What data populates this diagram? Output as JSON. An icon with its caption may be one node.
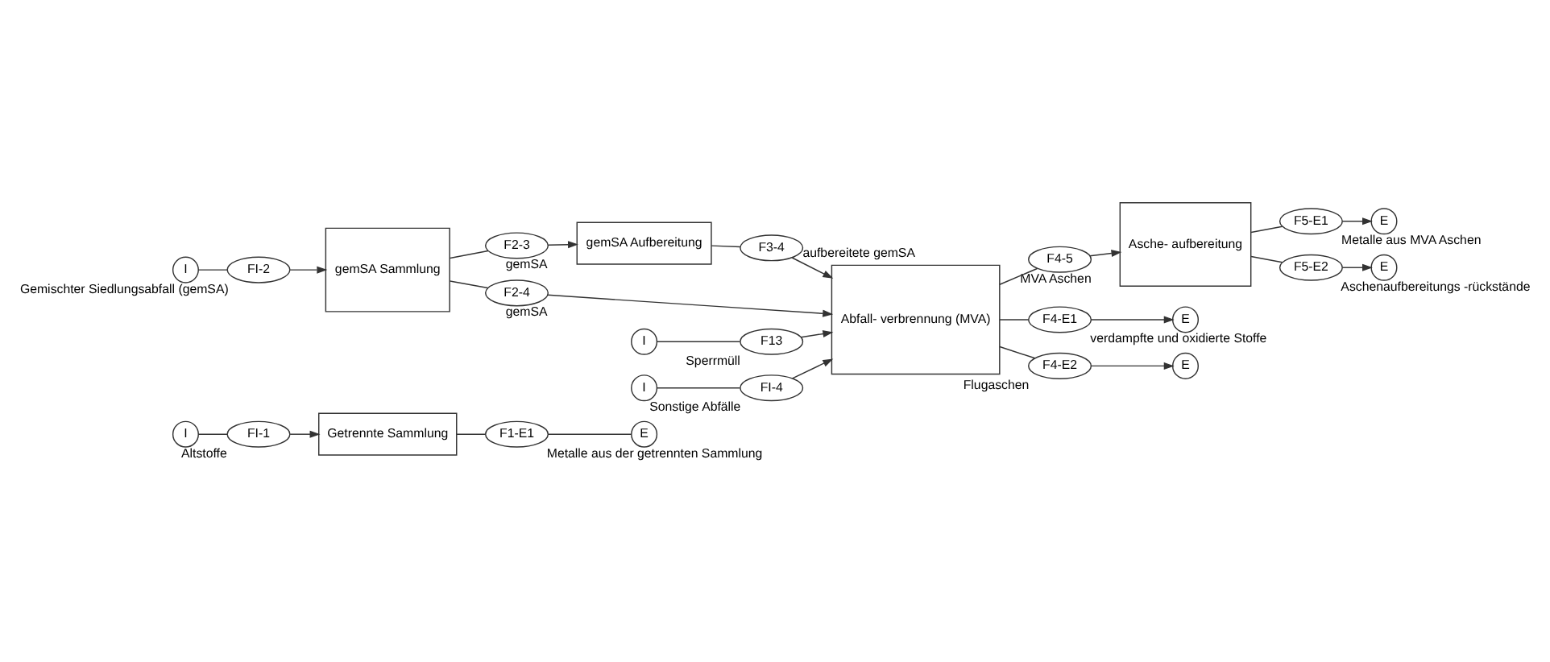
{
  "diagram": {
    "nodes": [
      {
        "text": [
          "I"
        ]
      },
      {
        "text": [
          "FI-1"
        ],
        "beside": [
          "Altstoffe"
        ]
      },
      {
        "text": [
          "Getrennte Sammlung"
        ]
      },
      {
        "text": [
          "F1-E1"
        ],
        "beside": [
          "Metalle aus der getrennten Sammlung"
        ]
      },
      {
        "text": [
          "E"
        ]
      },
      {
        "text": [
          "I"
        ]
      },
      {
        "text": [
          "FI-2"
        ],
        "beside": [
          "Gemischter Siedlungsabfall (gemSA)"
        ]
      },
      {
        "text": [
          "gemSA Sammlung"
        ]
      },
      {
        "text": [
          "F2-3"
        ],
        "beside": [
          "gemSA"
        ]
      },
      {
        "text": [
          "gemSA Aufbereitung"
        ]
      },
      {
        "text": [
          "F3-4"
        ],
        "beside": [
          "aufbereitete gemSA"
        ]
      },
      {
        "text": [
          "F2-4"
        ],
        "beside": [
          "gemSA"
        ]
      },
      {
        "text": [
          "Abfall- verbrennung (MVA)"
        ]
      },
      {
        "text": [
          "F4-5"
        ],
        "beside": [
          "MVA Aschen"
        ]
      },
      {
        "text": [
          "Asche- aufbereitung"
        ]
      },
      {
        "text": [
          "F5-E1"
        ],
        "beside": [
          "Metalle aus MVA Aschen"
        ]
      },
      {
        "text": [
          "E"
        ]
      },
      {
        "text": [
          "I"
        ]
      },
      {
        "text": [
          "F13"
        ],
        "beside": [
          "Sperrmüll"
        ]
      },
      {
        "text": [
          "I"
        ]
      },
      {
        "text": [
          "FI-4"
        ],
        "beside": [
          "Sonstige Abfälle"
        ]
      },
      {
        "text": [
          "F4-E1"
        ],
        "beside": [
          "verdampfte und oxidierte Stoffe"
        ]
      },
      {
        "text": [
          "F4-E2"
        ],
        "beside": [
          "Flugaschen"
        ]
      },
      {
        "text": [
          "F5-E2"
        ],
        "beside": [
          "Aschenaufbereitungs -rückstände"
        ]
      },
      {
        "text": [
          "E"
        ]
      },
      {
        "text": [
          "E"
        ]
      },
      {
        "text": [
          "E"
        ]
      }
    ],
    "edges": [
      {
        "from": 0,
        "to": 1,
        "arrow": "none"
      },
      {
        "from": 1,
        "to": 2,
        "arrow": "to"
      },
      {
        "from": 2,
        "to": 3,
        "arrow": "none"
      },
      {
        "from": 3,
        "to": 4,
        "arrow": "none"
      },
      {
        "from": 5,
        "to": 6,
        "arrow": "none"
      },
      {
        "from": 6,
        "to": 7,
        "arrow": "to"
      },
      {
        "from": 7,
        "to": 8,
        "arrow": "none"
      },
      {
        "from": 8,
        "to": 9,
        "arrow": "to"
      },
      {
        "from": 9,
        "to": 10,
        "arrow": "none"
      },
      {
        "from": 10,
        "to": 12,
        "arrow": "to"
      },
      {
        "from": 7,
        "to": 11,
        "arrow": "none"
      },
      {
        "from": 11,
        "to": 12,
        "arrow": "to"
      },
      {
        "from": 12,
        "to": 13,
        "arrow": "none"
      },
      {
        "from": 13,
        "to": 14,
        "arrow": "to"
      },
      {
        "from": 14,
        "to": 15,
        "arrow": "none"
      },
      {
        "from": 15,
        "to": 16,
        "arrow": "to"
      },
      {
        "from": 17,
        "to": 18,
        "arrow": "none"
      },
      {
        "from": 18,
        "to": 12,
        "arrow": "to"
      },
      {
        "from": 19,
        "to": 20,
        "arrow": "none"
      },
      {
        "from": 20,
        "to": 12,
        "arrow": "to"
      },
      {
        "from": 12,
        "to": 21,
        "arrow": "none"
      },
      {
        "from": 21,
        "to": 24,
        "arrow": "to"
      },
      {
        "from": 12,
        "to": 22,
        "arrow": "none"
      },
      {
        "from": 22,
        "to": 25,
        "arrow": "to"
      },
      {
        "from": 14,
        "to": 23,
        "arrow": "none"
      },
      {
        "from": 23,
        "to": 26,
        "arrow": "to"
      }
    ]
  }
}
